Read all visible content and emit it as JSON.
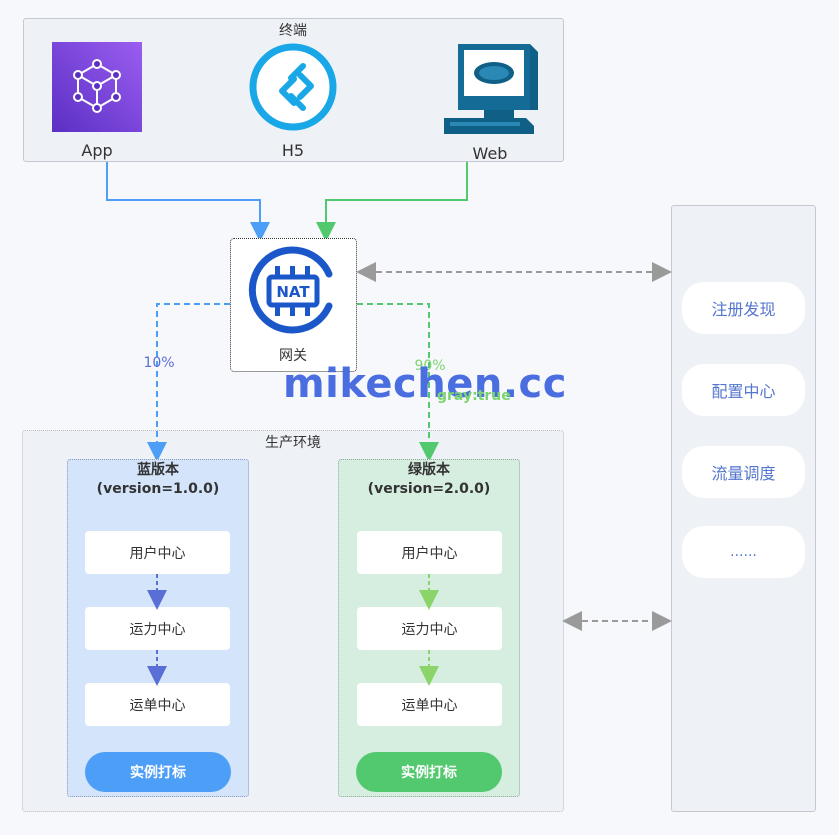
{
  "terminal": {
    "title": "终端",
    "clients": {
      "app": "App",
      "h5": "H5",
      "web": "Web"
    }
  },
  "gateway": {
    "label": "网关",
    "icon_text": "NAT"
  },
  "routing": {
    "blue_percent": "10%",
    "green_percent": "90%",
    "green_tag": "gray:true"
  },
  "watermark": "mikechen.cc",
  "production": {
    "title": "生产环境",
    "blue": {
      "name": "蓝版本",
      "version": "(version=1.0.0)",
      "services": [
        "用户中心",
        "运力中心",
        "运单中心"
      ],
      "tag_button": "实例打标"
    },
    "green": {
      "name": "绿版本",
      "version": "(version=2.0.0)",
      "services": [
        "用户中心",
        "运力中心",
        "运单中心"
      ],
      "tag_button": "实例打标"
    }
  },
  "infrastructure": {
    "items": [
      "注册发现",
      "配置中心",
      "流量调度",
      "......"
    ]
  },
  "colors": {
    "blue": "#4d9ef7",
    "green": "#52c96e",
    "purple": "#7a4fd8",
    "gateway_blue": "#1b57c9",
    "h5_blue": "#1aa7e8",
    "web_teal": "#0f5f86",
    "dash_gray": "#9a9a9a"
  },
  "icons": {
    "app": "cube-icon",
    "h5": "remote-desktop-icon",
    "web": "computer-terminal-icon",
    "gateway": "nat-gateway-icon"
  }
}
